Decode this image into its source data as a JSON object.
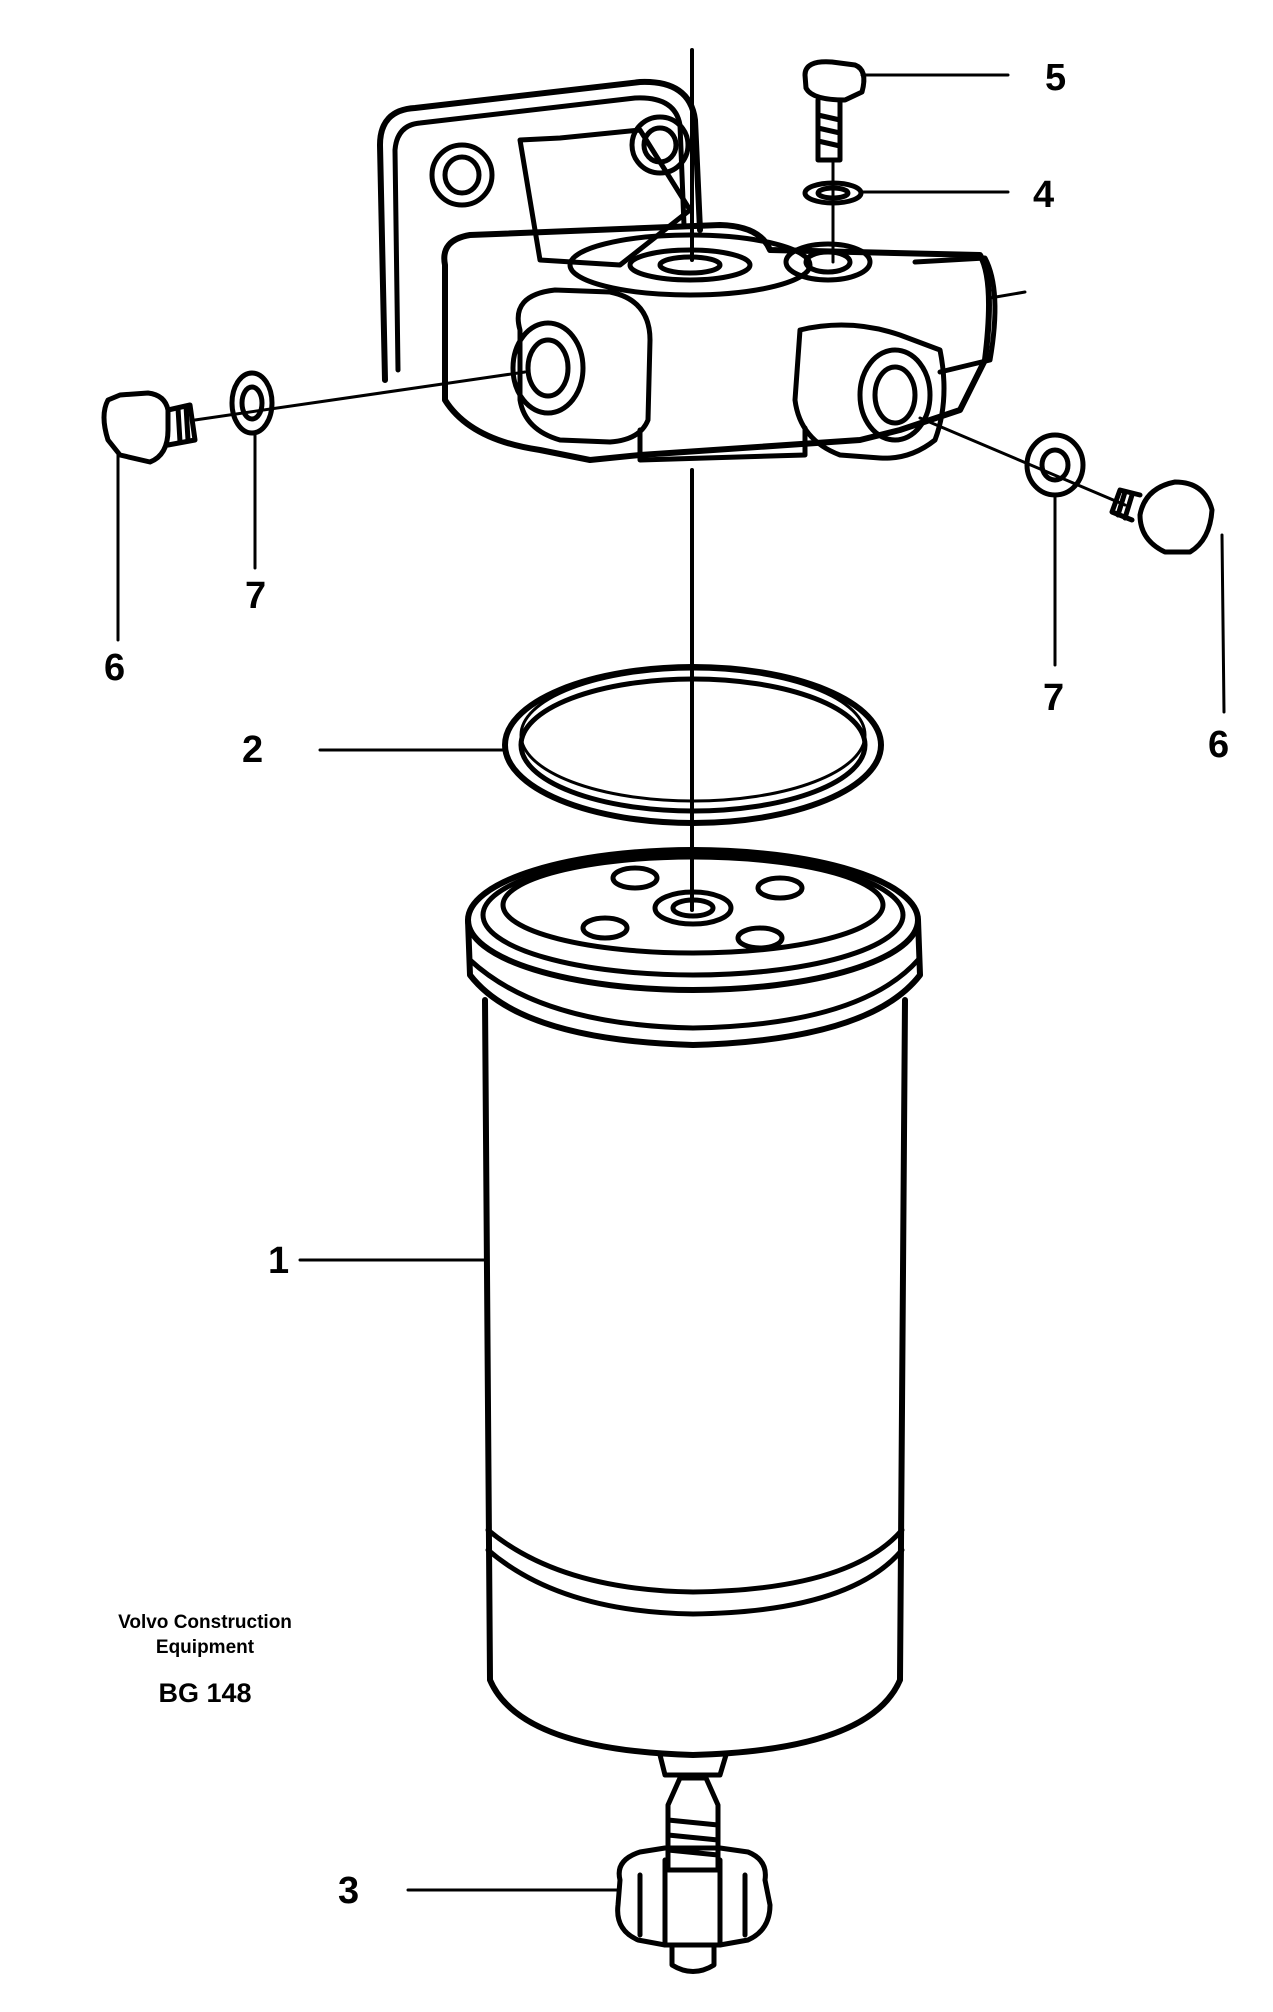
{
  "diagram": {
    "callouts": [
      {
        "id": "c1",
        "number": "1"
      },
      {
        "id": "c2",
        "number": "2"
      },
      {
        "id": "c3",
        "number": "3"
      },
      {
        "id": "c4",
        "number": "4"
      },
      {
        "id": "c5",
        "number": "5"
      },
      {
        "id": "c6a",
        "number": "6"
      },
      {
        "id": "c6b",
        "number": "6"
      },
      {
        "id": "c7a",
        "number": "7"
      },
      {
        "id": "c7b",
        "number": "7"
      }
    ]
  },
  "caption": {
    "company_line1": "Volvo Construction",
    "company_line2": "Equipment",
    "drawing_code": "BG 148"
  },
  "colors": {
    "line": "#000000",
    "background": "#ffffff"
  }
}
